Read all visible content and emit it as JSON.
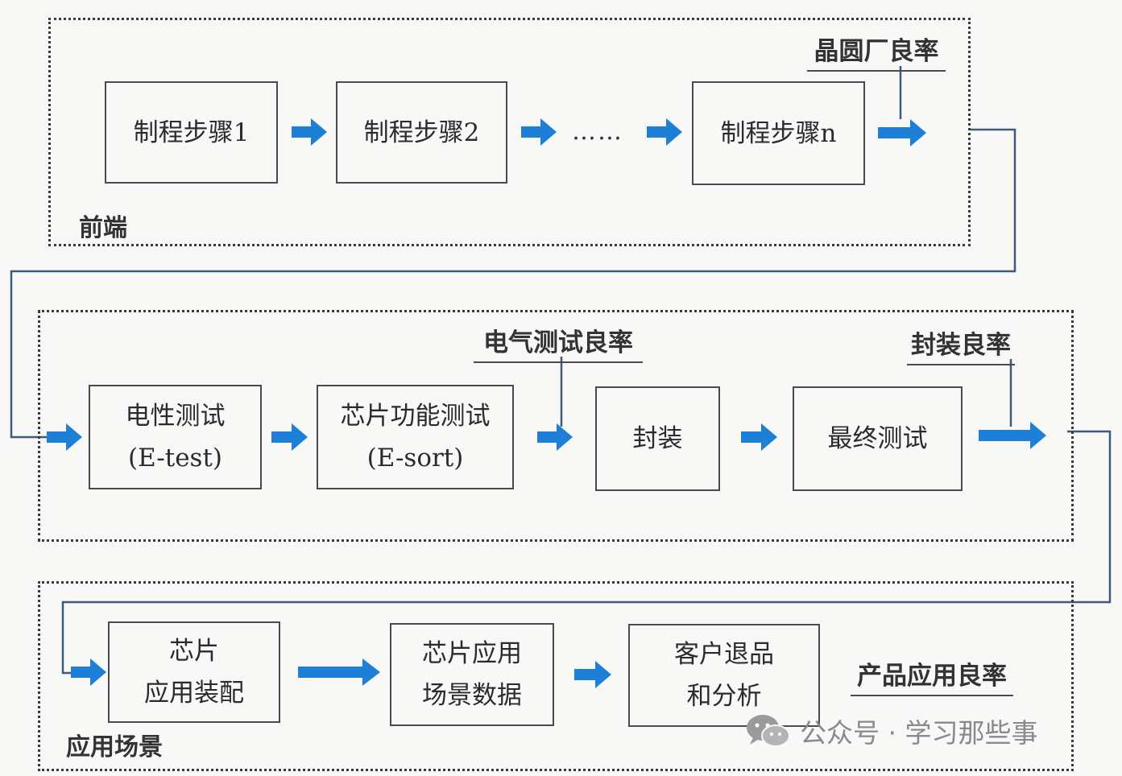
{
  "colors": {
    "arrow": "#1e7fd6",
    "line": "#3d5a7a",
    "border": "#4a4a4a"
  },
  "regions": {
    "front_end": {
      "label": "前端"
    },
    "middle": {
      "label": ""
    },
    "application": {
      "label": "应用场景"
    }
  },
  "front_end": {
    "steps": [
      {
        "label": "制程步骤1"
      },
      {
        "label": "制程步骤2"
      },
      {
        "label": "制程步骤n"
      }
    ],
    "ellipsis": "……",
    "yield_label": "晶圆厂良率"
  },
  "middle": {
    "steps": [
      {
        "line1": "电性测试",
        "line2": "(E-test)"
      },
      {
        "line1": "芯片功能测试",
        "line2": "(E-sort)"
      },
      {
        "line1": "封装"
      },
      {
        "line1": "最终测试"
      }
    ],
    "electrical_yield_label": "电气测试良率",
    "packaging_yield_label": "封装良率"
  },
  "application": {
    "steps": [
      {
        "line1": "芯片",
        "line2": "应用装配"
      },
      {
        "line1": "芯片应用",
        "line2": "场景数据"
      },
      {
        "line1": "客户退品",
        "line2": "和分析"
      }
    ],
    "yield_label": "产品应用良率"
  },
  "watermark": {
    "icon": "wechat-icon",
    "text": "公众号 · 学习那些事"
  }
}
